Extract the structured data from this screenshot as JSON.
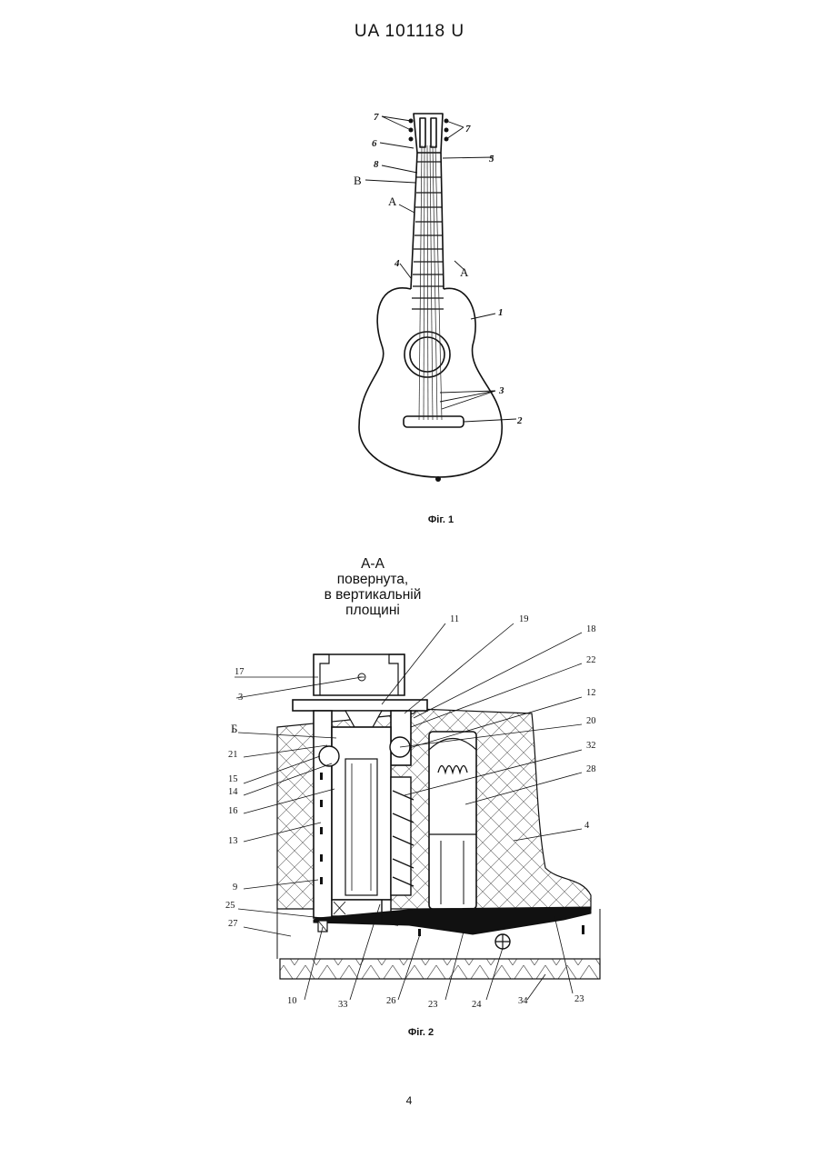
{
  "header": {
    "patent_number": "UA   101118   U"
  },
  "figure1": {
    "caption": "Фіг. 1",
    "labels": {
      "l7a": "7",
      "l7b": "7",
      "l6": "6",
      "l5": "5",
      "l8": "8",
      "lB": "B",
      "lA1": "A",
      "lA2": "A",
      "l4": "4",
      "l1": "1",
      "l3": "3",
      "l2": "2"
    }
  },
  "figure2": {
    "title_line1": "А-А",
    "title_line2": "повернута,",
    "title_line3": "в вертикальній",
    "title_line4": "площині",
    "caption": "Фіг. 2",
    "labels": {
      "l11": "11",
      "l19": "19",
      "l18": "18",
      "l22": "22",
      "l12": "12",
      "l20": "20",
      "l32": "32",
      "l28": "28",
      "l4": "4",
      "l17": "17",
      "l3": "3",
      "lB": "Б",
      "l21": "21",
      "l15": "15",
      "l14": "14",
      "l16": "16",
      "l13": "13",
      "l9": "9",
      "l25": "25",
      "l27": "27",
      "l10": "10",
      "l33": "33",
      "l26": "26",
      "l23a": "23",
      "l24": "24",
      "l34": "34",
      "l23b": "23"
    }
  },
  "footer": {
    "page_number": "4"
  }
}
